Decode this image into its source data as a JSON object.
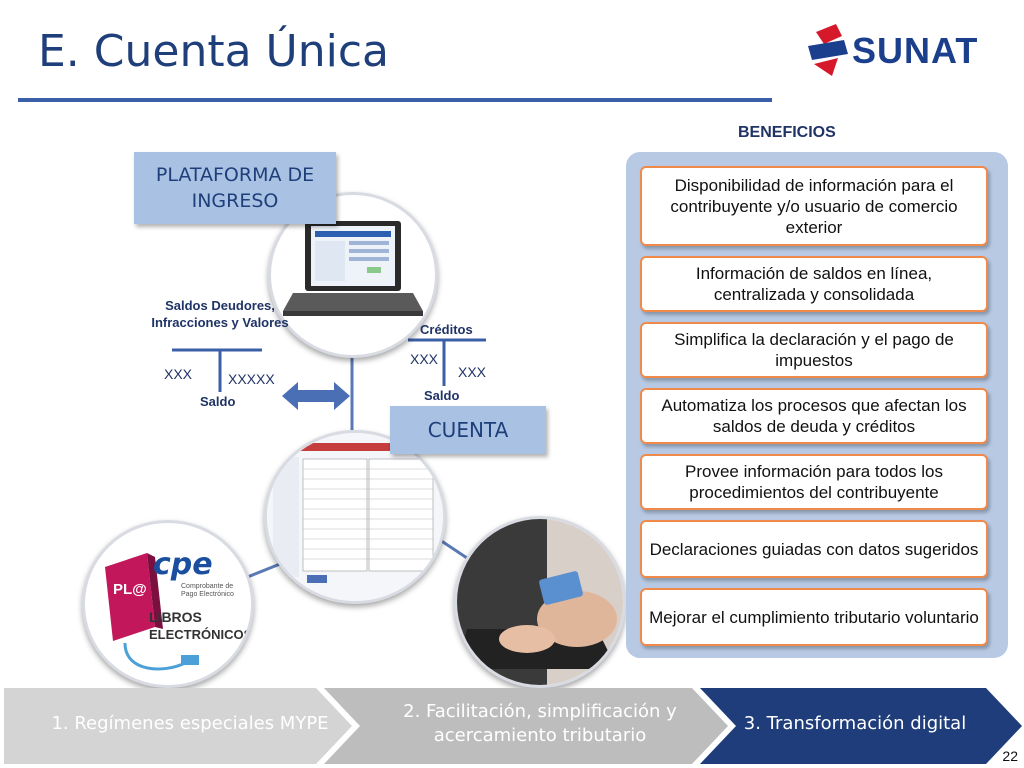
{
  "slide": {
    "title": "E. Cuenta Única",
    "page_number": "22"
  },
  "logo": {
    "text": "SUNAT"
  },
  "diagram": {
    "plataforma_label": "PLATAFORMA DE INGRESO",
    "cuenta_label": "CUENTA",
    "left_account": {
      "header": "Saldos Deudores, Infracciones y Valores",
      "left_value": "XXX",
      "right_value": "XXXXX",
      "footer": "Saldo"
    },
    "right_account": {
      "header": "Créditos",
      "left_value": "XXX",
      "right_value": "XXX",
      "footer": "Saldo"
    },
    "libros": {
      "badge": "PL@",
      "cpe": "cpe",
      "cpe_sub": "Comprobante de Pago Electrónico",
      "line1": "LIBROS",
      "line2": "ELECTRÓNICOS"
    }
  },
  "benefits": {
    "heading": "BENEFICIOS",
    "items": [
      "Disponibilidad de información para el contribuyente y/o usuario de comercio exterior",
      "Información de saldos en línea, centralizada y consolidada",
      "Simplifica la declaración y el pago de impuestos",
      "Automatiza los procesos que afectan los saldos de deuda y créditos",
      "Provee información para todos los procedimientos del contribuyente",
      "Declaraciones guiadas con datos sugeridos",
      "Mejorar el cumplimiento tributario voluntario"
    ]
  },
  "steps": [
    {
      "label": "1. Regímenes especiales MYPE",
      "color": "#d4d4d4"
    },
    {
      "label": "2. Facilitación, simplificación y acercamiento tributario",
      "color": "#bdbdbd"
    },
    {
      "label": "3. Transformación digital",
      "color": "#1f3d7a"
    }
  ]
}
